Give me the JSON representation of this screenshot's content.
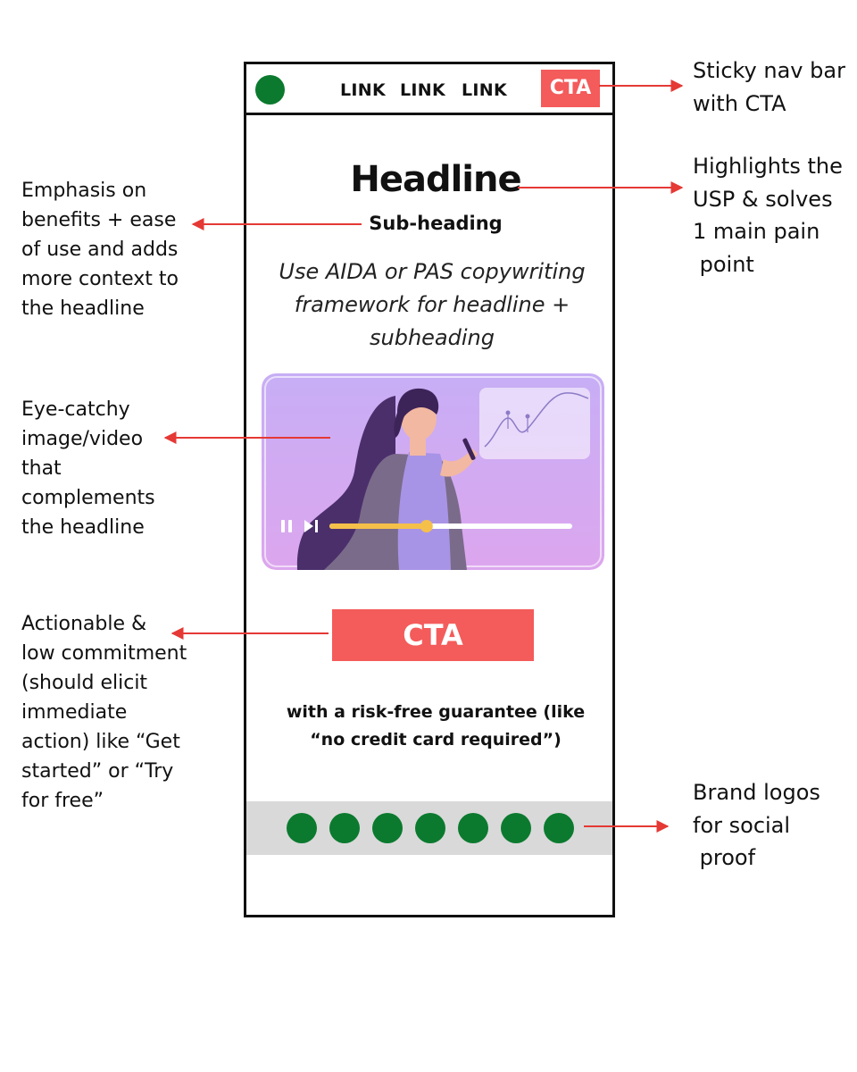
{
  "mockup": {
    "nav": {
      "links": [
        "LINK",
        "LINK",
        "LINK"
      ],
      "cta_label": "CTA"
    },
    "headline": "Headline",
    "subheading": "Sub-heading",
    "framework_text": "Use AIDA or PAS copywriting\nframework for headline +\nsubheading",
    "media": {
      "progress": 0.4
    },
    "cta_label": "CTA",
    "guarantee_text": "with a risk-free guarantee (like\n“no credit card required”)",
    "brand_logo_count": 7
  },
  "annotations": {
    "nav": "Sticky nav bar\nwith CTA",
    "headline": "Highlights the\nUSP & solves\n1 main pain\n point",
    "subheading": "Emphasis on\nbenefits + ease\nof use and adds\nmore context to\nthe headline",
    "media": "Eye-catchy\nimage/video\nthat\ncomplements\nthe headline",
    "cta": "Actionable &\nlow commitment\n(should elicit\nimmediate\naction) like “Get\nstarted” or “Try\nfor free”",
    "logos": "Brand logos\nfor social\n proof"
  },
  "colors": {
    "accent": "#f45b5b",
    "brand_green": "#0b7a2e",
    "logo_bar": "#d9d9d9",
    "arrow": "#e53935"
  }
}
